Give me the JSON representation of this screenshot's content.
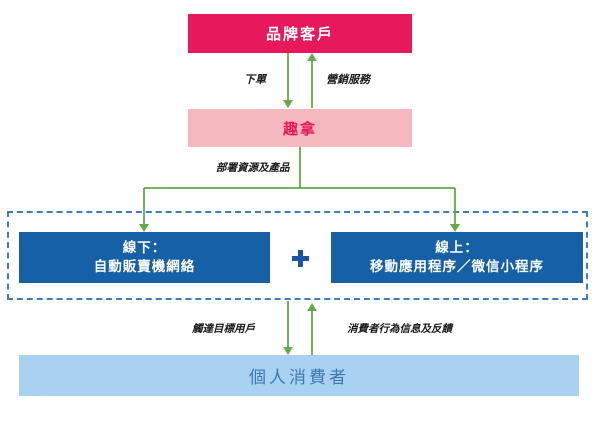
{
  "diagram": {
    "boxes": {
      "brand": {
        "label": "品牌客戶"
      },
      "company": {
        "label": "趣拿"
      },
      "offline": {
        "title": "線下：",
        "subtitle": "自動販賣機網絡"
      },
      "online": {
        "title": "線上：",
        "subtitle": "移動應用程序／微信小程序"
      },
      "consumer": {
        "label": "個人消費者"
      }
    },
    "edge_labels": {
      "order": "下單",
      "marketing": "營銷服務",
      "deploy": "部署資源及產品",
      "reach": "觸達目標用戶",
      "feedback": "消費者行為信息及反饋"
    },
    "plus_symbol": "+",
    "colors": {
      "crimson": "#e8185c",
      "light_pink": "#f5b8bf",
      "dark_blue": "#1660a8",
      "plus_blue": "#1a56a0",
      "light_blue": "#a9d2f0",
      "dashed_border_blue": "#3e7cbe",
      "arrow_green": "#66a84a",
      "consumer_text_blue": "#3e79b4",
      "label_text": "#1a1a1a"
    }
  }
}
